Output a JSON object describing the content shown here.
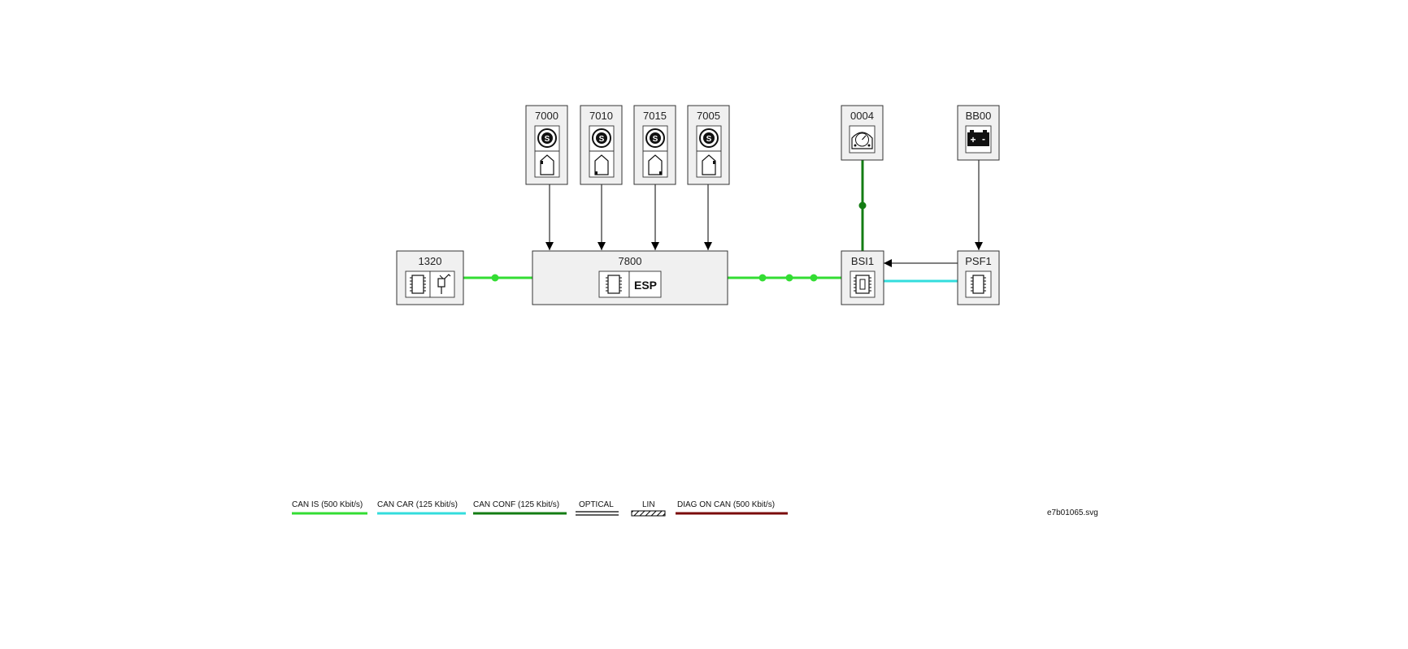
{
  "nodes": [
    {
      "id": "7000",
      "label": "7000"
    },
    {
      "id": "7010",
      "label": "7010"
    },
    {
      "id": "7015",
      "label": "7015"
    },
    {
      "id": "7005",
      "label": "7005"
    },
    {
      "id": "0004",
      "label": "0004"
    },
    {
      "id": "BB00",
      "label": "BB00"
    },
    {
      "id": "1320",
      "label": "1320"
    },
    {
      "id": "7800",
      "label": "7800",
      "badge": "ESP"
    },
    {
      "id": "BSI1",
      "label": "BSI1"
    },
    {
      "id": "PSF1",
      "label": "PSF1"
    }
  ],
  "connections": [
    {
      "from": "7000",
      "to": "7800",
      "type": "wire"
    },
    {
      "from": "7010",
      "to": "7800",
      "type": "wire"
    },
    {
      "from": "7015",
      "to": "7800",
      "type": "wire"
    },
    {
      "from": "7005",
      "to": "7800",
      "type": "wire"
    },
    {
      "from": "BB00",
      "to": "PSF1",
      "type": "wire"
    },
    {
      "from": "PSF1",
      "to": "BSI1",
      "type": "wire"
    },
    {
      "from": "1320",
      "to": "7800",
      "type": "CAN IS"
    },
    {
      "from": "7800",
      "to": "BSI1",
      "type": "CAN IS"
    },
    {
      "from": "0004",
      "to": "BSI1",
      "type": "CAN CONF"
    },
    {
      "from": "BSI1",
      "to": "PSF1",
      "type": "CAN CAR"
    }
  ],
  "legend": [
    {
      "label": "CAN IS (500 Kbit/s)",
      "color": "#33dd33"
    },
    {
      "label": "CAN CAR (125 Kbit/s)",
      "color": "#33dddd"
    },
    {
      "label": "CAN CONF (125 Kbit/s)",
      "color": "#137c13"
    },
    {
      "label": "OPTICAL",
      "color": "#000000"
    },
    {
      "label": "LIN",
      "color": "#000000"
    },
    {
      "label": "DIAG ON CAN  (500 Kbit/s)",
      "color": "#7a0a0a"
    }
  ],
  "filename": "e7b01065.svg"
}
